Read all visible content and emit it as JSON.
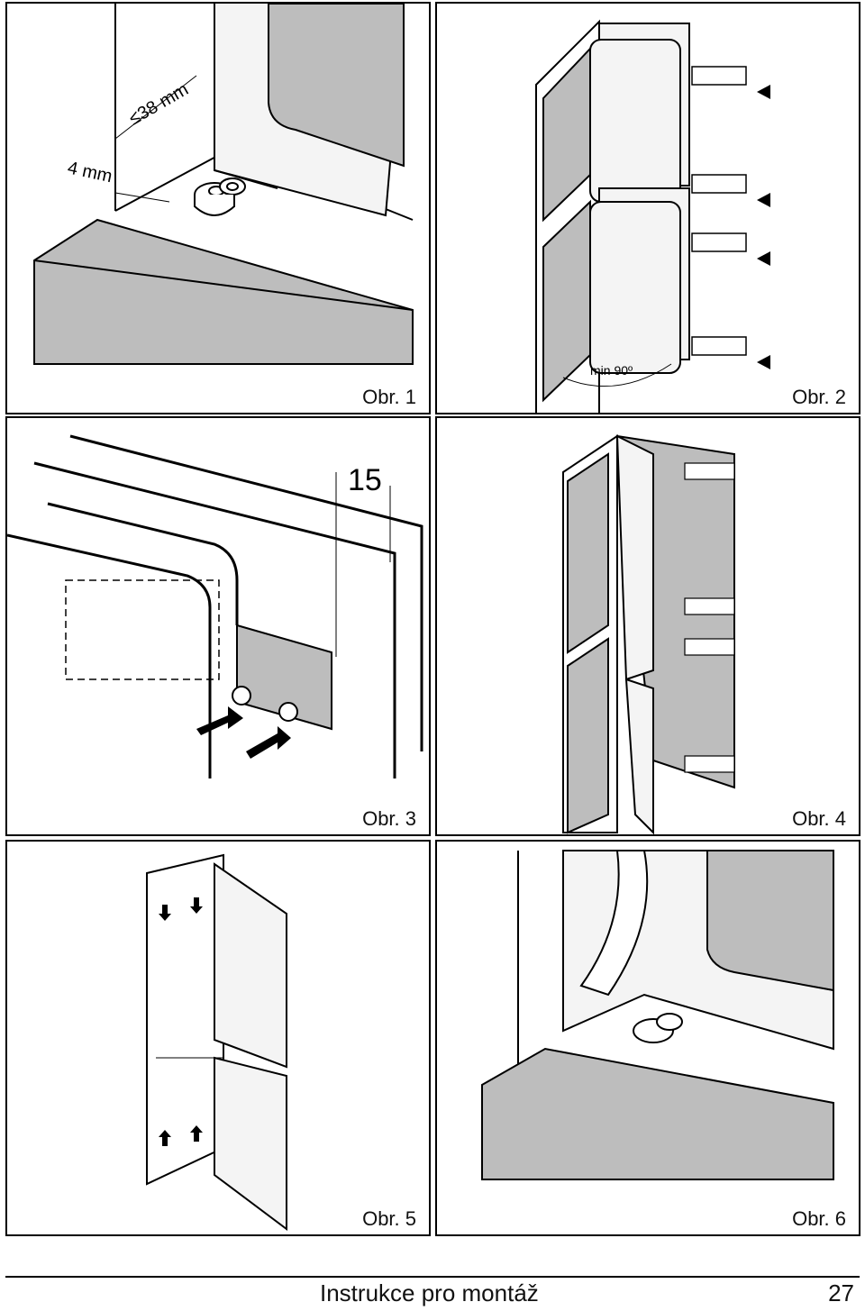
{
  "figures": [
    {
      "caption": "Obr. 1",
      "labels": {
        "dim_vertical": "≤38 mm",
        "dim_horizontal": "4 mm"
      }
    },
    {
      "caption": "Obr. 2",
      "labels": {
        "angle": "min 90º"
      }
    },
    {
      "caption": "Obr. 3",
      "labels": {
        "dim": "15"
      }
    },
    {
      "caption": "Obr. 4"
    },
    {
      "caption": "Obr. 5"
    },
    {
      "caption": "Obr. 6"
    }
  ],
  "footer": {
    "title": "Instrukce pro montáž",
    "page_number": "27"
  },
  "colors": {
    "grey_fill": "#bdbdbd",
    "dark_grey": "#9a9a9a",
    "line": "#000000"
  }
}
